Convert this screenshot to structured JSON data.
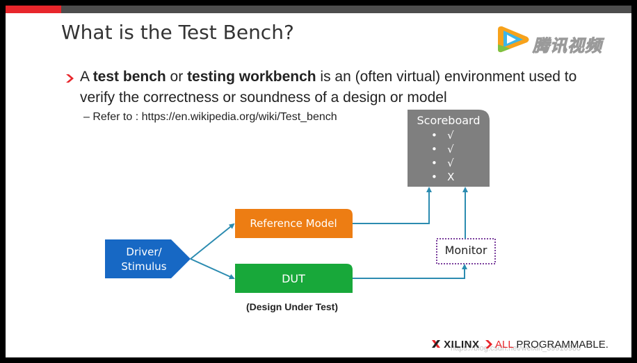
{
  "slide": {
    "title": "What is the Test Bench?",
    "bullet": {
      "prefix": "A ",
      "term1": "test bench",
      "mid": " or ",
      "term2": "testing workbench",
      "rest": " is an (often virtual) environment used to verify the correctness or soundness of a design or model"
    },
    "sub_bullet": "– Refer to : https://en.wikipedia.org/wiki/Test_bench"
  },
  "diagram": {
    "scoreboard": {
      "title": "Scoreboard",
      "items": [
        "√",
        "√",
        "√",
        "X"
      ]
    },
    "reference_model": "Reference Model",
    "dut": "DUT",
    "dut_caption": "(Design Under Test)",
    "driver": [
      "Driver/",
      "Stimulus"
    ],
    "monitor": "Monitor"
  },
  "watermark": {
    "logo_text": "腾讯视频",
    "url_text": "https://blog.csdn.net/weixin_39916980"
  },
  "footer": {
    "brand": "XILINX",
    "all": "ALL",
    "programmable": "PROGRAMMABLE."
  },
  "colors": {
    "accent_red": "#e8262b",
    "scoreboard": "#7f7f7f",
    "orange": "#ed7d13",
    "green": "#18a83a",
    "blue": "#1768c4",
    "connector": "#2b8bb0",
    "monitor_border": "#7a3e9c"
  }
}
